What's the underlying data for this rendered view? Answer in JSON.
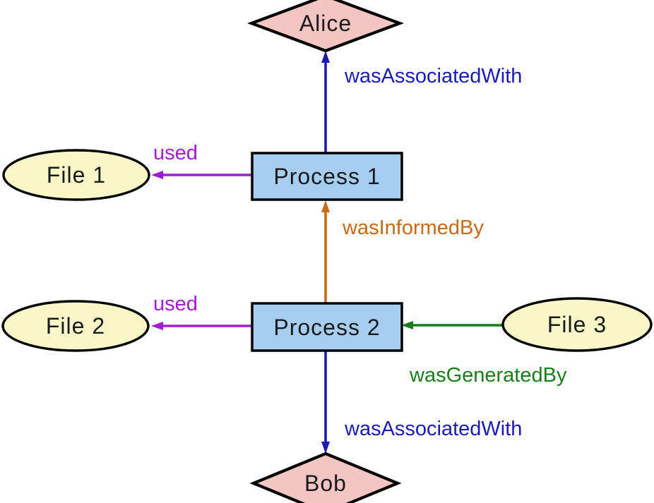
{
  "diagram": {
    "type": "provenance-graph",
    "nodes": [
      {
        "id": "alice",
        "shape": "diamond",
        "role": "agent",
        "label": "Alice"
      },
      {
        "id": "file1",
        "shape": "ellipse",
        "role": "entity",
        "label": "File 1"
      },
      {
        "id": "process1",
        "shape": "rect",
        "role": "activity",
        "label": "Process 1"
      },
      {
        "id": "file2",
        "shape": "ellipse",
        "role": "entity",
        "label": "File 2"
      },
      {
        "id": "process2",
        "shape": "rect",
        "role": "activity",
        "label": "Process 2"
      },
      {
        "id": "file3",
        "shape": "ellipse",
        "role": "entity",
        "label": "File 3"
      },
      {
        "id": "bob",
        "shape": "diamond",
        "role": "agent",
        "label": "Bob"
      }
    ],
    "edges": [
      {
        "from": "process1",
        "to": "alice",
        "label": "wasAssociatedWith",
        "color": "#1b1bb3",
        "direction": "up"
      },
      {
        "from": "process1",
        "to": "file1",
        "label": "used",
        "color": "#a21bcf",
        "direction": "left"
      },
      {
        "from": "process2",
        "to": "process1",
        "label": "wasInformedBy",
        "color": "#c66a15",
        "direction": "up"
      },
      {
        "from": "process2",
        "to": "file2",
        "label": "used",
        "color": "#a21bcf",
        "direction": "left"
      },
      {
        "from": "file3",
        "to": "process2",
        "label": "wasGeneratedBy",
        "color": "#1a7d1a",
        "direction": "left"
      },
      {
        "from": "process2",
        "to": "bob",
        "label": "wasAssociatedWith",
        "color": "#1b1bb3",
        "direction": "down"
      }
    ]
  },
  "colors": {
    "background": "#ffffff",
    "agent_fill": "#f4c6c3",
    "activity_fill": "#a5cef2",
    "entity_fill": "#f7f7c8",
    "node_border": "#000000",
    "text_color": "#1a1a1a"
  }
}
